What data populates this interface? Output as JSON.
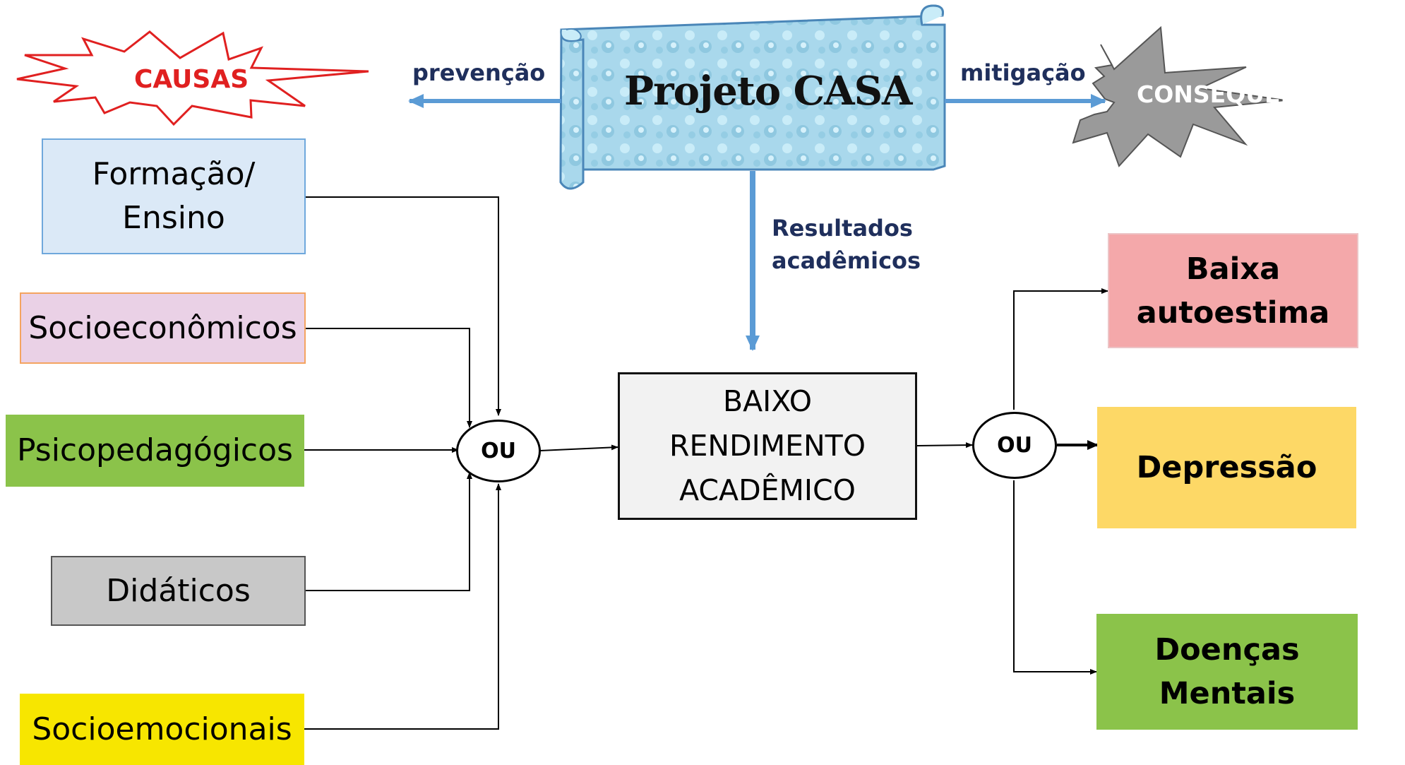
{
  "project": {
    "title": "Projeto CASA"
  },
  "bursts": {
    "causes": {
      "label": "CAUSAS",
      "color": "#e02020"
    },
    "consequences": {
      "label": "CONSEQUÊNCIAS",
      "fill": "#9a9a9a"
    }
  },
  "arrows": {
    "prevention": "prevenção",
    "mitigation": "mitigação",
    "academic_results": "Resultados\nacadêmicos"
  },
  "causes": [
    {
      "label": "Formação/\nEnsino",
      "fill": "#dbe9f7",
      "border": "#6fa8dc"
    },
    {
      "label": "Socioeconômicos",
      "fill": "#ead1e6",
      "border": "#f4a460"
    },
    {
      "label": "Psicopedagógicos",
      "fill": "#8bc34a",
      "border": "#8bc34a"
    },
    {
      "label": "Didáticos",
      "fill": "#c8c8c8",
      "border": "#555555"
    },
    {
      "label": "Socioemocionais",
      "fill": "#f7e600",
      "border": "#f7e600"
    }
  ],
  "gates": {
    "left": "OU",
    "right": "OU"
  },
  "center": {
    "label": "BAIXO\nRENDIMENTO\nACADÊMICO",
    "fill": "#f2f2f2"
  },
  "consequences": [
    {
      "label": "Baixa\nautoestima",
      "fill": "#f4a8aa"
    },
    {
      "label": "Depressão",
      "fill": "#fdd866"
    },
    {
      "label": "Doenças\nMentais",
      "fill": "#8bc34a"
    }
  ],
  "colors": {
    "arrow_blue": "#5b9bd5",
    "label_navy": "#1f2f5c",
    "scroll": "#a9d8ec"
  }
}
